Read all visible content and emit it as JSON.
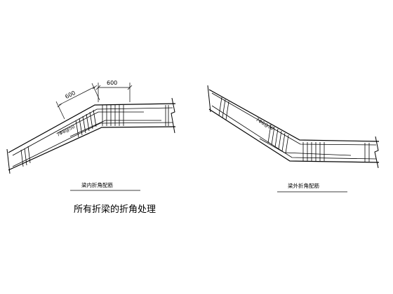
{
  "left_detail": {
    "dim_a": "600",
    "dim_b": "600",
    "stirrup_note": "7Φ8@50",
    "caption": "梁内折角配筋"
  },
  "right_detail": {
    "stirrup_note": "7Φ8@50",
    "caption": "梁外折角配筋"
  },
  "main_title": "所有折梁的折角处理"
}
